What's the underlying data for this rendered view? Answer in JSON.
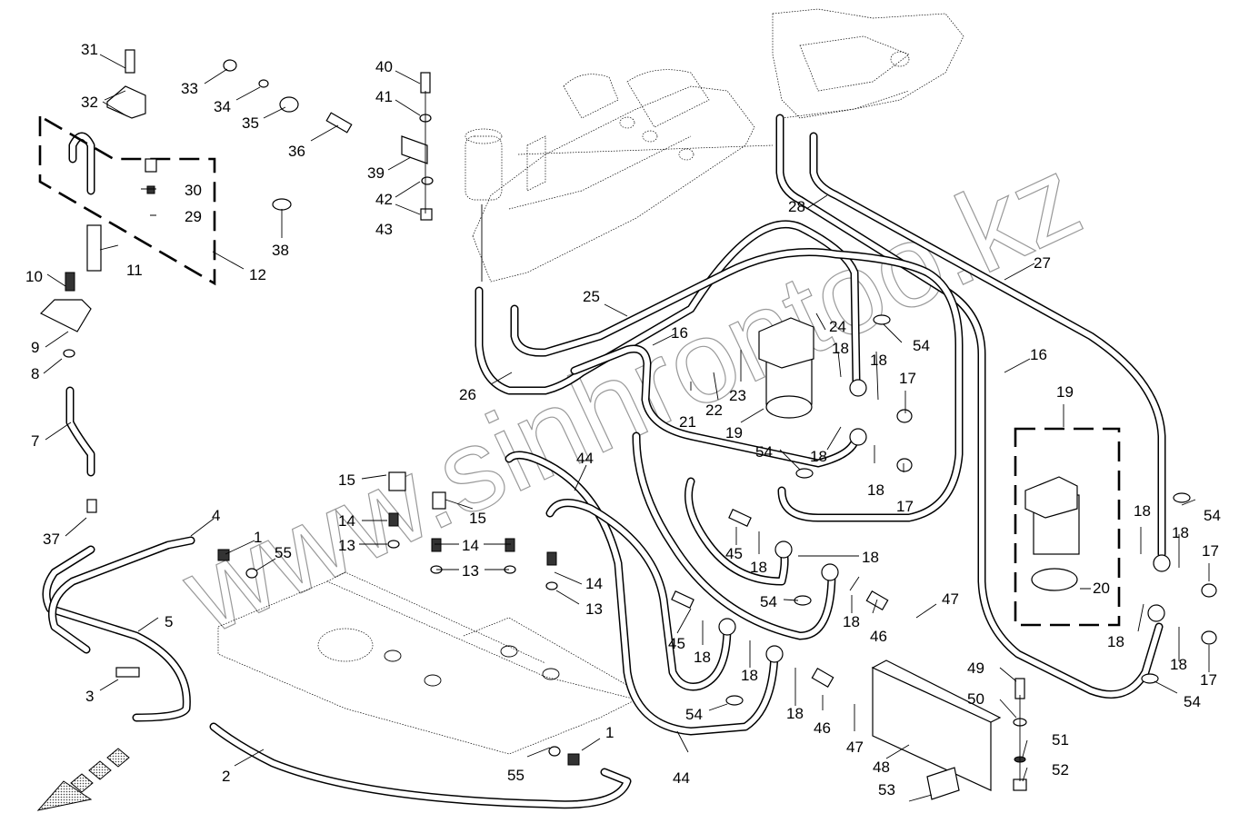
{
  "diagram": {
    "title": "Fuel system parts diagram",
    "watermark": "www.sinhrontoo.kz",
    "callouts": [
      {
        "id": "c31",
        "label": "31"
      },
      {
        "id": "c32",
        "label": "32"
      },
      {
        "id": "c33",
        "label": "33"
      },
      {
        "id": "c34",
        "label": "34"
      },
      {
        "id": "c35",
        "label": "35"
      },
      {
        "id": "c36",
        "label": "36"
      },
      {
        "id": "c40",
        "label": "40"
      },
      {
        "id": "c41",
        "label": "41"
      },
      {
        "id": "c39",
        "label": "39"
      },
      {
        "id": "c42",
        "label": "42"
      },
      {
        "id": "c43",
        "label": "43"
      },
      {
        "id": "c30",
        "label": "30"
      },
      {
        "id": "c29",
        "label": "29"
      },
      {
        "id": "c38",
        "label": "38"
      },
      {
        "id": "c12",
        "label": "12"
      },
      {
        "id": "c11",
        "label": "11"
      },
      {
        "id": "c10",
        "label": "10"
      },
      {
        "id": "c9",
        "label": "9"
      },
      {
        "id": "c8",
        "label": "8"
      },
      {
        "id": "c7",
        "label": "7"
      },
      {
        "id": "c37",
        "label": "37"
      },
      {
        "id": "c4",
        "label": "4"
      },
      {
        "id": "c1a",
        "label": "1"
      },
      {
        "id": "c55a",
        "label": "55"
      },
      {
        "id": "c5",
        "label": "5"
      },
      {
        "id": "c3",
        "label": "3"
      },
      {
        "id": "c2",
        "label": "2"
      },
      {
        "id": "c55b",
        "label": "55"
      },
      {
        "id": "c1b",
        "label": "1"
      },
      {
        "id": "c15a",
        "label": "15"
      },
      {
        "id": "c15b",
        "label": "15"
      },
      {
        "id": "c14a",
        "label": "14"
      },
      {
        "id": "c13a",
        "label": "13"
      },
      {
        "id": "c14b",
        "label": "14"
      },
      {
        "id": "c13b",
        "label": "13"
      },
      {
        "id": "c14c",
        "label": "14"
      },
      {
        "id": "c13c",
        "label": "13"
      },
      {
        "id": "c44a",
        "label": "44"
      },
      {
        "id": "c44b",
        "label": "44"
      },
      {
        "id": "c26",
        "label": "26"
      },
      {
        "id": "c25",
        "label": "25"
      },
      {
        "id": "c16a",
        "label": "16"
      },
      {
        "id": "c21",
        "label": "21"
      },
      {
        "id": "c22",
        "label": "22"
      },
      {
        "id": "c23",
        "label": "23"
      },
      {
        "id": "c19a",
        "label": "19"
      },
      {
        "id": "c24",
        "label": "24"
      },
      {
        "id": "c18a",
        "label": "18"
      },
      {
        "id": "c18b",
        "label": "18"
      },
      {
        "id": "c17a",
        "label": "17"
      },
      {
        "id": "c54a",
        "label": "54"
      },
      {
        "id": "c18c",
        "label": "18"
      },
      {
        "id": "c18d",
        "label": "18"
      },
      {
        "id": "c17b",
        "label": "17"
      },
      {
        "id": "c54b",
        "label": "54"
      },
      {
        "id": "c28",
        "label": "28"
      },
      {
        "id": "c27",
        "label": "27"
      },
      {
        "id": "c16b",
        "label": "16"
      },
      {
        "id": "c19b",
        "label": "19"
      },
      {
        "id": "c20",
        "label": "20"
      },
      {
        "id": "c18e",
        "label": "18"
      },
      {
        "id": "c18f",
        "label": "18"
      },
      {
        "id": "c17c",
        "label": "17"
      },
      {
        "id": "c54c",
        "label": "54"
      },
      {
        "id": "c18g",
        "label": "18"
      },
      {
        "id": "c18h",
        "label": "18"
      },
      {
        "id": "c17d",
        "label": "17"
      },
      {
        "id": "c54d",
        "label": "54"
      },
      {
        "id": "c45a",
        "label": "45"
      },
      {
        "id": "c18i",
        "label": "18"
      },
      {
        "id": "c18j",
        "label": "18"
      },
      {
        "id": "c54e",
        "label": "54"
      },
      {
        "id": "c18k",
        "label": "18"
      },
      {
        "id": "c46a",
        "label": "46"
      },
      {
        "id": "c47a",
        "label": "47"
      },
      {
        "id": "c45b",
        "label": "45"
      },
      {
        "id": "c18l",
        "label": "18"
      },
      {
        "id": "c18m",
        "label": "18"
      },
      {
        "id": "c54f",
        "label": "54"
      },
      {
        "id": "c18n",
        "label": "18"
      },
      {
        "id": "c46b",
        "label": "46"
      },
      {
        "id": "c47b",
        "label": "47"
      },
      {
        "id": "c48",
        "label": "48"
      },
      {
        "id": "c53",
        "label": "53"
      },
      {
        "id": "c49",
        "label": "49"
      },
      {
        "id": "c50",
        "label": "50"
      },
      {
        "id": "c51",
        "label": "51"
      },
      {
        "id": "c52",
        "label": "52"
      }
    ]
  }
}
